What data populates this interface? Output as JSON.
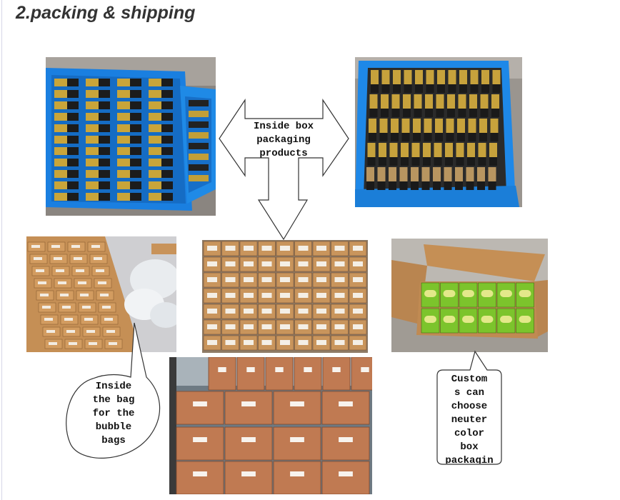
{
  "page": {
    "heading": "2.packing & shipping"
  },
  "callouts": {
    "arrow_label": [
      "Inside box",
      "packaging",
      "products"
    ],
    "bag_label": [
      "Inside",
      "the bag",
      "for the",
      "bubble",
      "bags"
    ],
    "neutral_label": [
      "Custom",
      "s can",
      "choose",
      "neuter",
      "color",
      "box",
      "packagin"
    ]
  },
  "photos": [
    {
      "id": "blue-crate-pumps-left",
      "alt": "Fuel pumps packed in blue plastic crates"
    },
    {
      "id": "blue-crate-pumps-right",
      "alt": "Fuel pumps standing in a blue crate"
    },
    {
      "id": "bubble-bags-boxes",
      "alt": "Stacked small brown boxes next to bubble bags"
    },
    {
      "id": "stacked-small-boxes",
      "alt": "Rows of small brown boxes with white labels"
    },
    {
      "id": "green-neutral-boxes",
      "alt": "Open carton with green colour boxes"
    },
    {
      "id": "shipping-cartons",
      "alt": "Stack of large brown shipping cartons"
    }
  ],
  "colors": {
    "crate_blue": "#1e88e8",
    "cardboard": "#c8935a",
    "green_box": "#7cc42c"
  }
}
